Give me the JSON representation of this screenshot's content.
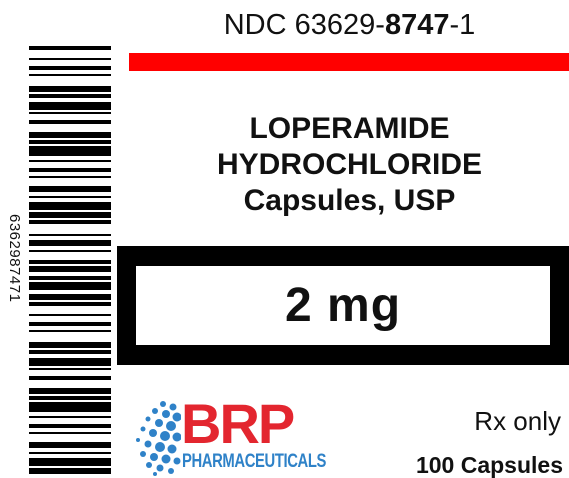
{
  "ndc": {
    "prefix": "NDC",
    "labeler": "63629-",
    "product": "8747",
    "package": "-1"
  },
  "drug": {
    "name_line1": "LOPERAMIDE",
    "name_line2": "HYDROCHLORIDE",
    "form": "Capsules, USP",
    "strength": "2 mg"
  },
  "barcode": {
    "number": "6362987471"
  },
  "manufacturer": {
    "brand": "BRP",
    "subtitle": "PHARMACEUTICALS"
  },
  "rx_only": "Rx only",
  "package_count": "100 Capsules",
  "colors": {
    "red_bar": "#ff0000",
    "brand_red": "#e3262f",
    "brand_blue": "#2f82c8",
    "black": "#000000"
  },
  "icons": {
    "logo": "molecule-dots-icon"
  }
}
